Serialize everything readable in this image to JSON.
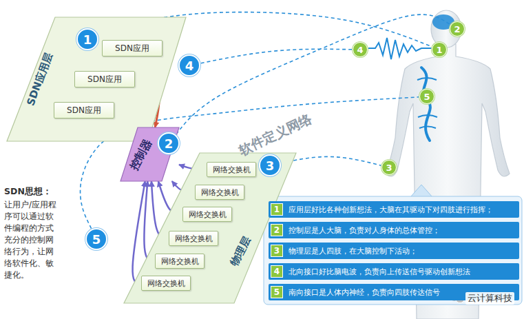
{
  "diagram": {
    "nodes": [
      {
        "text": [
          "SDN应用层"
        ]
      },
      {
        "text": [
          "SDN应用"
        ],
        "in": 0
      },
      {
        "text": [
          "SDN应用"
        ],
        "in": 0
      },
      {
        "text": [
          "SDN应用"
        ],
        "in": 0
      },
      {
        "text": [
          "控制器"
        ]
      },
      {
        "text": [
          "物理层"
        ]
      },
      {
        "text": [
          "网络交换机"
        ],
        "in": 5
      },
      {
        "text": [
          "网络交换机"
        ],
        "in": 5
      },
      {
        "text": [
          "网络交换机"
        ],
        "in": 5
      },
      {
        "text": [
          "网络交换机"
        ],
        "in": 5
      },
      {
        "text": [
          "网络交换机"
        ],
        "in": 5
      },
      {
        "text": [
          "网络交换机"
        ],
        "in": 5
      },
      {
        "text": [
          "1"
        ]
      },
      {
        "text": [
          "2"
        ]
      },
      {
        "text": [
          "3"
        ]
      },
      {
        "text": [
          "4"
        ]
      },
      {
        "text": [
          "5"
        ]
      },
      {
        "text": [
          "1"
        ]
      },
      {
        "text": [
          "2"
        ]
      },
      {
        "text": [
          "3"
        ]
      },
      {
        "text": [
          "4"
        ]
      },
      {
        "text": [
          "5"
        ]
      },
      {
        "text": [
          "1",
          "应用层好比各种创新想法，大脑在其驱动下对四肢进行指挥；"
        ]
      },
      {
        "text": [
          "2",
          "控制层是人大脑，负责对人身体的总体管控；"
        ]
      },
      {
        "text": [
          "3",
          "物理层是人四肢，在大脑控制下活动；"
        ]
      },
      {
        "text": [
          "4",
          "北向接口好比脑电波，负责向上传送信号驱动创新想法"
        ]
      },
      {
        "text": [
          "5",
          "南向接口是人体内神经，负责向四肢传达信号"
        ]
      }
    ],
    "edges": [
      {
        "from": 1,
        "to": 4,
        "arrow": "both"
      },
      {
        "from": 2,
        "to": 4,
        "arrow": "both"
      },
      {
        "from": 3,
        "to": 4,
        "arrow": "both"
      },
      {
        "from": 4,
        "to": 6,
        "arrow": "both"
      },
      {
        "from": 4,
        "to": 7,
        "arrow": "both"
      },
      {
        "from": 4,
        "to": 8,
        "arrow": "both"
      },
      {
        "from": 4,
        "to": 9,
        "arrow": "both"
      },
      {
        "from": 4,
        "to": 10,
        "arrow": "both"
      },
      {
        "from": 4,
        "to": 11,
        "arrow": "both"
      },
      {
        "from": 12,
        "to": 17,
        "arrow": "none"
      },
      {
        "from": 13,
        "to": 18,
        "arrow": "none"
      },
      {
        "from": 14,
        "to": 19,
        "arrow": "none"
      },
      {
        "from": 15,
        "to": 20,
        "arrow": "none"
      },
      {
        "from": 16,
        "to": 21,
        "arrow": "none"
      }
    ],
    "labels": [
      "软件定义网络",
      "SDN思想：",
      "让用户/应用程序可以通过软件编程的方式充分的控制网络行为，让网络软件化、敏捷化。",
      "云计算科技"
    ]
  }
}
